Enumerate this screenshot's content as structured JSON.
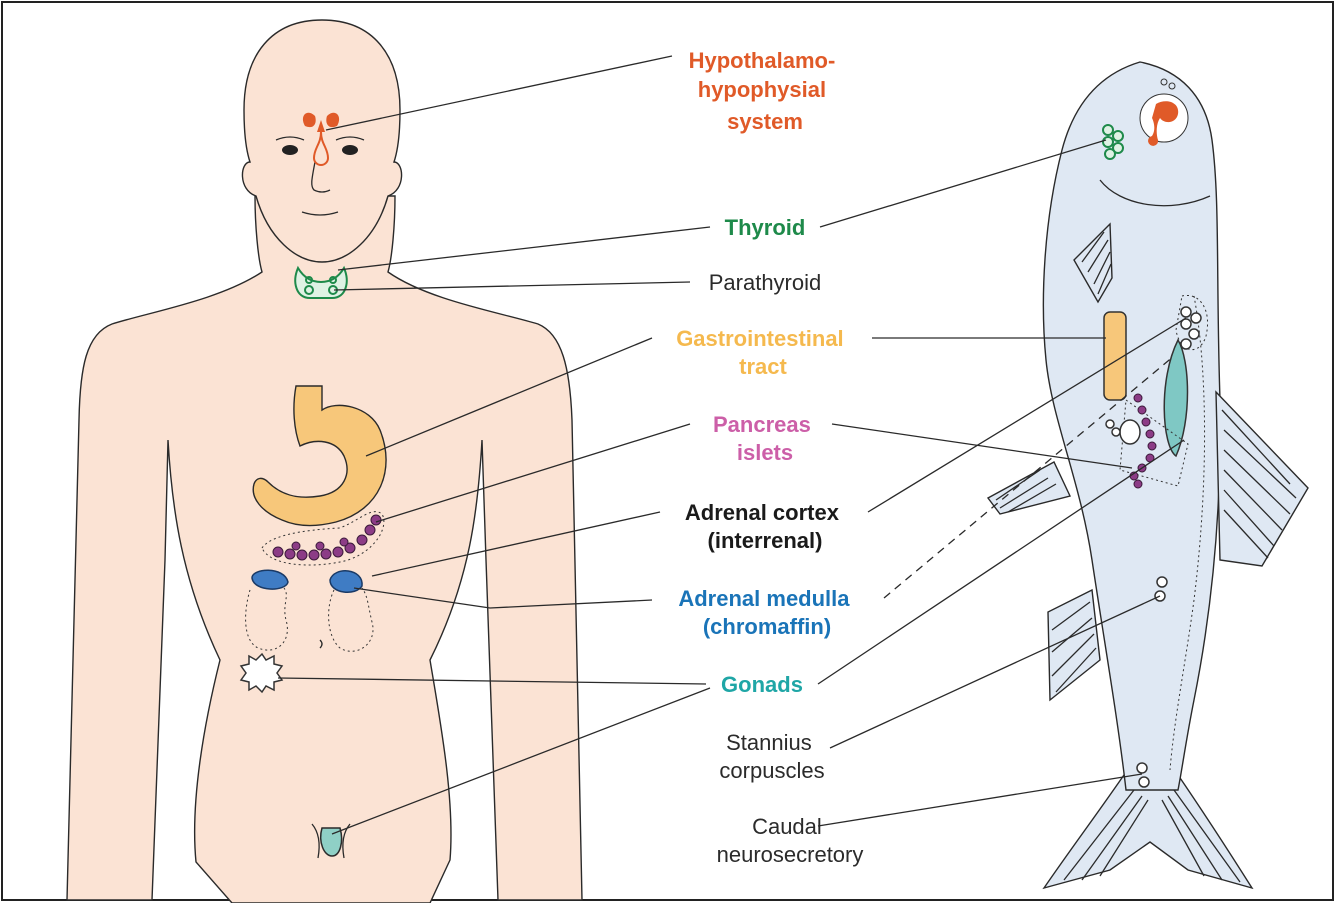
{
  "colors": {
    "frame": "#222222",
    "human_skin": "#fbe3d4",
    "fish_body": "#dfe8f3",
    "hypothalamo": "#e05a28",
    "thyroid": "#1e8a4a",
    "parathyroid": "#2b2b2b",
    "gastrointestinal": "#f5b94e",
    "pancreas": "#cc5fa8",
    "adrenal_cortex": "#1a1a1a",
    "adrenal_medulla": "#1a74b8",
    "gonads": "#1fa6a6",
    "plain_label": "#2b2b2b"
  },
  "labels": {
    "hypothalamo": [
      "Hypothalamo-",
      "hypophysial",
      "system"
    ],
    "thyroid": [
      "Thyroid"
    ],
    "parathyroid": [
      "Parathyroid"
    ],
    "gastrointestinal": [
      "Gastrointestinal",
      "tract"
    ],
    "pancreas": [
      "Pancreas",
      "islets"
    ],
    "adrenal_cortex": [
      "Adrenal cortex",
      "(interrenal)"
    ],
    "adrenal_medulla": [
      "Adrenal medulla",
      "(chromaffin)"
    ],
    "gonads": [
      "Gonads"
    ],
    "stannius": [
      "Stannius",
      "corpuscles"
    ],
    "caudal": [
      "Caudal",
      "neurosecretory"
    ]
  },
  "figures": {
    "human": "human-body-outline",
    "fish": "fish-body-outline"
  }
}
